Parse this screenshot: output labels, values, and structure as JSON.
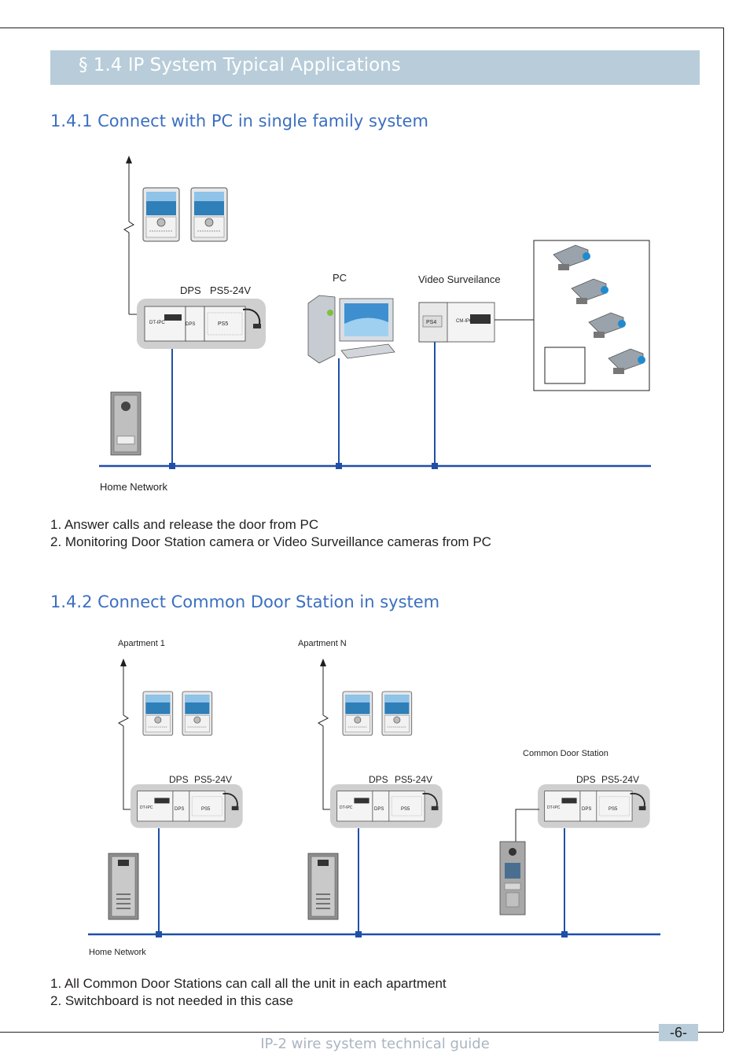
{
  "section": {
    "title": "§  1.4 IP  System Typical Applications"
  },
  "sub1": {
    "heading": "1.4.1 Connect with PC in single family system",
    "labels": {
      "dps": "DPS",
      "ps": "PS5-24V",
      "pc": "PC",
      "video": "Video Surveilance",
      "network": "Home Network",
      "ps4": "PS4",
      "cmipc": "CM-IPC",
      "dtipc": "DT-IPC",
      "ps5": "PS5"
    },
    "notes": [
      "1. Answer calls and release the door from PC",
      "2. Monitoring Door Station camera or Video Surveillance cameras from PC"
    ]
  },
  "sub2": {
    "heading": "1.4.2 Connect Common Door Station in system",
    "labels": {
      "apt1": "Apartment 1",
      "aptn": "Apartment N",
      "common": "Common Door Station",
      "dps": "DPS",
      "ps": "PS5-24V",
      "network": "Home Network",
      "dtipc": "DT-IPC",
      "ps5": "PS5"
    },
    "notes": [
      "1. All Common Door Stations can call all the unit in each apartment",
      "2. Switchboard is not needed in this case"
    ]
  },
  "footer": {
    "page": "-6-",
    "text": "IP-2 wire system technical guide"
  },
  "colors": {
    "accent_bar": "#b8cdd9",
    "heading_blue": "#3b6fc0",
    "network_blue": "#1f4fa8",
    "device_grey": "#cfcfcf"
  }
}
